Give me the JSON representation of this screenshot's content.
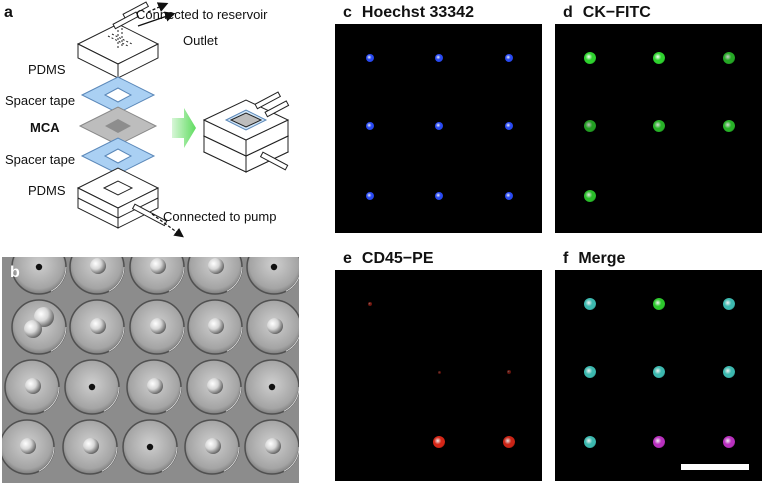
{
  "panel_a": {
    "letter": "a",
    "labels": {
      "connected_reservoir": "Connected to reservoir",
      "outlet": "Outlet",
      "pdms_top": "PDMS",
      "spacer_top": "Spacer tape",
      "mca": "MCA",
      "spacer_bottom": "Spacer tape",
      "pdms_bottom": "PDMS",
      "connected_pump": "Connected to pump"
    }
  },
  "panel_b": {
    "letter": "b"
  },
  "panel_c": {
    "letter": "c",
    "title": "Hoechst 33342"
  },
  "panel_d": {
    "letter": "d",
    "title": "CK−FITC"
  },
  "panel_e": {
    "letter": "e",
    "title": "CD45−PE"
  },
  "panel_f": {
    "letter": "f",
    "title": "Merge"
  },
  "colors": {
    "hoechst": "#2a4dff",
    "fitc": "#2ed22e",
    "pe": "#e02818",
    "merge_cyan": "#3fc2b8",
    "merge_magenta": "#c233c8",
    "arrow_green": "#5fdc5f",
    "spacer_blue": "#aad0f3",
    "mca_gray": "#bdbdbd",
    "scale_bar": "#ffffff"
  }
}
